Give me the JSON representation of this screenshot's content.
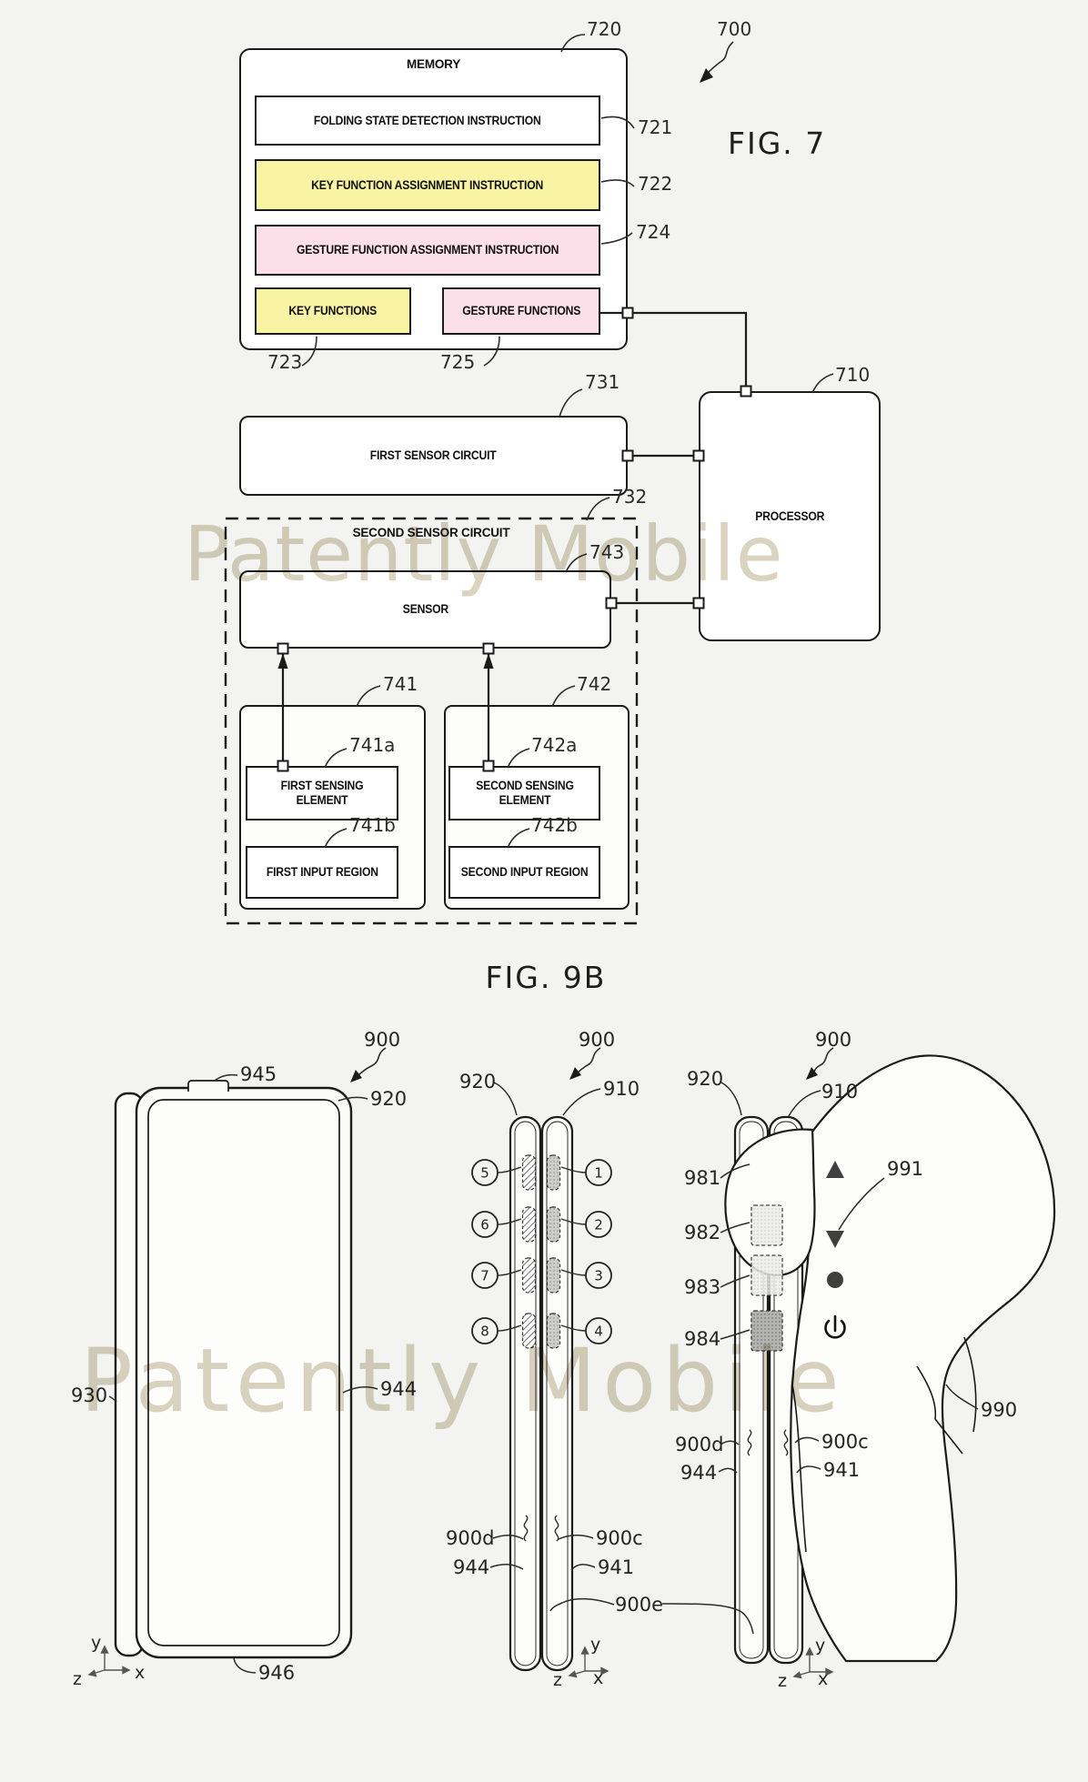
{
  "watermark": {
    "text": "Patently Mobile"
  },
  "colors": {
    "accent_yellow": "#f8f4a4",
    "accent_pink": "#fbdfe9",
    "line": "#1b1b1b",
    "watermark": "#d9d3c0"
  },
  "fig7": {
    "title": "FIG. 7",
    "boxes": {
      "memory": "MEMORY",
      "folding": "FOLDING STATE DETECTION INSTRUCTION",
      "key_assign": "KEY FUNCTION ASSIGNMENT INSTRUCTION",
      "gesture_assign": "GESTURE FUNCTION ASSIGNMENT INSTRUCTION",
      "key_functions": "KEY FUNCTIONS",
      "gesture_functions": "GESTURE FUNCTIONS",
      "first_sensor": "FIRST SENSOR CIRCUIT",
      "second_sensor": "SECOND SENSOR CIRCUIT",
      "sensor": "SENSOR",
      "processor": "PROCESSOR",
      "first_sensing": "FIRST SENSING ELEMENT",
      "first_input": "FIRST INPUT REGION",
      "second_sensing": "SECOND SENSING ELEMENT",
      "second_input": "SECOND INPUT REGION"
    },
    "refs": {
      "r700": "700",
      "r710": "710",
      "r720": "720",
      "r721": "721",
      "r722": "722",
      "r723": "723",
      "r724": "724",
      "r725": "725",
      "r731": "731",
      "r732": "732",
      "r741": "741",
      "r741a": "741a",
      "r741b": "741b",
      "r742": "742",
      "r742a": "742a",
      "r742b": "742b",
      "r743": "743"
    }
  },
  "fig9b": {
    "title": "FIG. 9B",
    "refs": {
      "r900": "900",
      "r900c": "900c",
      "r900d": "900d",
      "r900e": "900e",
      "r910": "910",
      "r920": "920",
      "r930": "930",
      "r941": "941",
      "r944": "944",
      "r945": "945",
      "r946": "946",
      "r981": "981",
      "r982": "982",
      "r983": "983",
      "r984": "984",
      "r990": "990",
      "r991": "991"
    },
    "keys": {
      "k1": "1",
      "k2": "2",
      "k3": "3",
      "k4": "4",
      "k5": "5",
      "k6": "6",
      "k7": "7",
      "k8": "8"
    },
    "axes": {
      "x": "x",
      "y": "y",
      "z": "z"
    }
  }
}
